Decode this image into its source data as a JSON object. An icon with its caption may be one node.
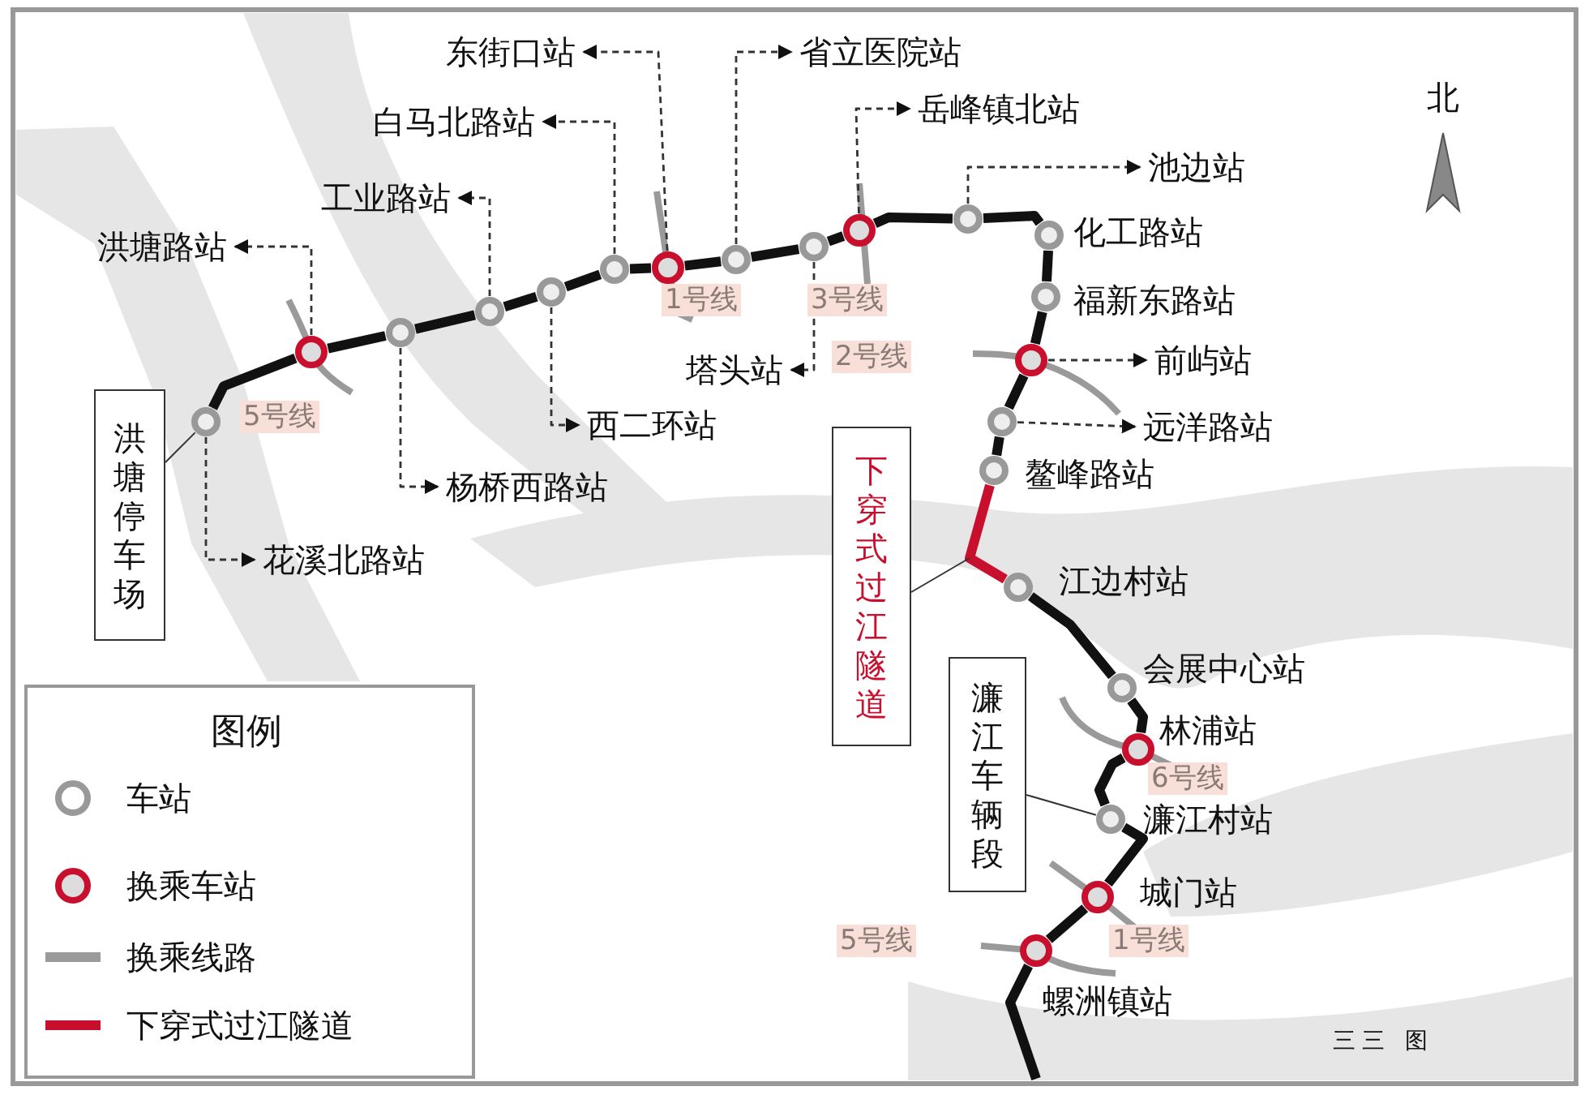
{
  "diagram": {
    "nodes": [
      {
        "text": [
          "洪塘停车场"
        ]
      },
      {
        "text": [],
        "shape": "circle"
      },
      {
        "text": [
          "花溪北路站"
        ]
      },
      {
        "text": [],
        "shape": "circle"
      },
      {
        "text": [
          "洪塘路站"
        ]
      },
      {
        "text": [],
        "shape": "circle"
      },
      {
        "text": [
          "杨桥西路站"
        ]
      },
      {
        "text": [],
        "shape": "circle"
      },
      {
        "text": [
          "工业路站"
        ]
      },
      {
        "text": [],
        "shape": "circle"
      },
      {
        "text": [
          "西二环站"
        ]
      },
      {
        "text": [],
        "shape": "circle"
      },
      {
        "text": [
          "白马北路站"
        ]
      },
      {
        "text": [],
        "shape": "circle"
      },
      {
        "text": [
          "东街口站"
        ]
      },
      {
        "text": [],
        "shape": "circle"
      },
      {
        "text": [
          "省立医院站"
        ]
      },
      {
        "text": [],
        "shape": "circle"
      },
      {
        "text": [
          "塔头站"
        ]
      },
      {
        "text": [],
        "shape": "circle"
      },
      {
        "text": [
          "岳峰镇北站"
        ]
      },
      {
        "text": [],
        "shape": "circle"
      },
      {
        "text": [
          "池边站"
        ]
      },
      {
        "text": [],
        "shape": "circle",
        "beside": [
          "化工路站"
        ]
      },
      {
        "text": [],
        "shape": "circle",
        "beside": [
          "福新东路站"
        ]
      },
      {
        "text": [],
        "shape": "circle"
      },
      {
        "text": [
          "前屿站"
        ]
      },
      {
        "text": [],
        "shape": "circle"
      },
      {
        "text": [
          "远洋路站"
        ]
      },
      {
        "text": [],
        "shape": "circle",
        "beside": [
          "鳌峰路站"
        ]
      },
      {
        "text": [
          "下穿式过江隧道"
        ]
      },
      {
        "text": [],
        "shape": "circle",
        "beside": [
          "江边村站"
        ]
      },
      {
        "text": [],
        "shape": "circle",
        "beside": [
          "会展中心站"
        ]
      },
      {
        "text": [],
        "shape": "circle",
        "beside": [
          "林浦站"
        ]
      },
      {
        "text": [
          "濂江车辆段"
        ]
      },
      {
        "text": [],
        "shape": "circle",
        "beside": [
          "濂江村站"
        ]
      },
      {
        "text": [],
        "shape": "circle",
        "beside": [
          "城门站"
        ]
      },
      {
        "text": [],
        "shape": "circle",
        "beside": [
          "螺洲镇站"
        ]
      }
    ],
    "edges": [
      {
        "from": 1,
        "to": 3,
        "arrow": "none"
      },
      {
        "from": 3,
        "to": 5,
        "arrow": "none"
      },
      {
        "from": 5,
        "to": 7,
        "arrow": "none"
      },
      {
        "from": 7,
        "to": 9,
        "arrow": "none"
      },
      {
        "from": 9,
        "to": 11,
        "arrow": "none"
      },
      {
        "from": 11,
        "to": 13,
        "arrow": "none"
      },
      {
        "from": 13,
        "to": 15,
        "arrow": "none"
      },
      {
        "from": 15,
        "to": 17,
        "arrow": "none"
      },
      {
        "from": 17,
        "to": 19,
        "arrow": "none"
      },
      {
        "from": 19,
        "to": 21,
        "arrow": "none"
      },
      {
        "from": 21,
        "to": 23,
        "arrow": "none"
      },
      {
        "from": 23,
        "to": 24,
        "arrow": "none"
      },
      {
        "from": 24,
        "to": 25,
        "arrow": "none"
      },
      {
        "from": 25,
        "to": 27,
        "arrow": "none"
      },
      {
        "from": 27,
        "to": 29,
        "arrow": "none"
      },
      {
        "from": 29,
        "to": 31,
        "arrow": "none",
        "color": "#c8102e"
      },
      {
        "from": 31,
        "to": 32,
        "arrow": "none"
      },
      {
        "from": 32,
        "to": 33,
        "arrow": "none"
      },
      {
        "from": 33,
        "to": 35,
        "arrow": "none"
      },
      {
        "from": 35,
        "to": 36,
        "arrow": "none"
      },
      {
        "from": 36,
        "to": 37,
        "arrow": "none"
      },
      {
        "from": 37,
        "to": null,
        "arrow": "none"
      },
      {
        "from": 0,
        "to": 1,
        "arrow": "none"
      },
      {
        "from": 1,
        "to": 2,
        "arrow": "to",
        "style": "dashed"
      },
      {
        "from": 3,
        "to": 4,
        "arrow": "to",
        "style": "dashed"
      },
      {
        "from": 5,
        "to": 6,
        "arrow": "to",
        "style": "dashed"
      },
      {
        "from": 7,
        "to": 8,
        "arrow": "to",
        "style": "dashed"
      },
      {
        "from": 9,
        "to": 10,
        "arrow": "to",
        "style": "dashed"
      },
      {
        "from": 11,
        "to": 12,
        "arrow": "to",
        "style": "dashed"
      },
      {
        "from": 13,
        "to": 14,
        "arrow": "to",
        "style": "dashed"
      },
      {
        "from": 15,
        "to": 16,
        "arrow": "to",
        "style": "dashed"
      },
      {
        "from": 17,
        "to": 18,
        "arrow": "to",
        "style": "dashed"
      },
      {
        "from": 19,
        "to": 20,
        "arrow": "to",
        "style": "dashed"
      },
      {
        "from": 21,
        "to": 22,
        "arrow": "to",
        "style": "dashed"
      },
      {
        "from": 25,
        "to": 26,
        "arrow": "to",
        "style": "dashed"
      },
      {
        "from": 27,
        "to": 28,
        "arrow": "to",
        "style": "dashed"
      },
      {
        "from": 30,
        "to": null,
        "arrow": "none"
      },
      {
        "from": 34,
        "to": 35,
        "arrow": "none"
      }
    ],
    "labels": [
      "北",
      "1号线",
      "3号线",
      "2号线",
      "5号线",
      "图例",
      "6号线",
      "5号线",
      "1号线",
      "三三 图"
    ],
    "legend": [
      {
        "text": "车站"
      },
      {
        "text": "换乘车站"
      },
      {
        "text": "换乘线路"
      },
      {
        "text": "下穿式过江隧道"
      }
    ]
  }
}
